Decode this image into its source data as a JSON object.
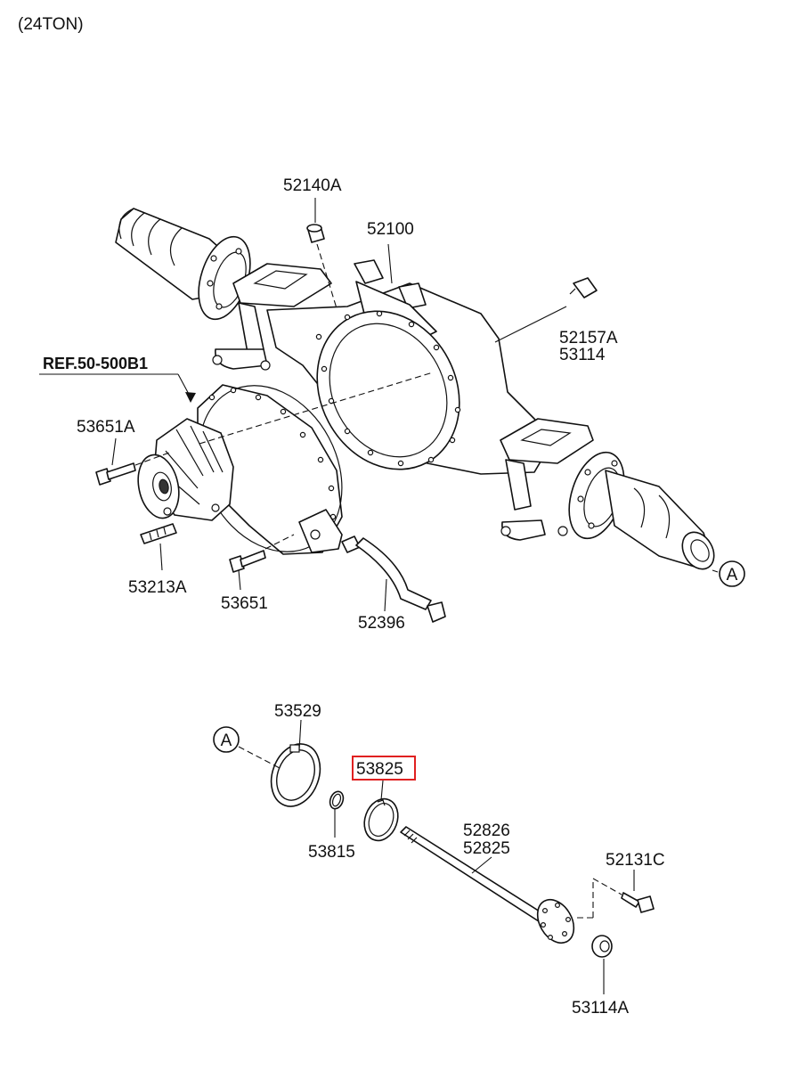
{
  "header": {
    "variant": "(24TON)"
  },
  "ref_label": "REF.50-500B1",
  "callouts": {
    "top": "A",
    "bottom": "A"
  },
  "highlight_color": "#e02020",
  "parts": {
    "p52140A": "52140A",
    "p52100": "52100",
    "p52157A": "52157A",
    "p53114": "53114",
    "p53651A": "53651A",
    "p53213A": "53213A",
    "p53651": "53651",
    "p52396": "52396",
    "p53529": "53529",
    "p53825": "53825",
    "p53815": "53815",
    "p52826": "52826",
    "p52825": "52825",
    "p52131C": "52131C",
    "p53114A": "53114A"
  }
}
